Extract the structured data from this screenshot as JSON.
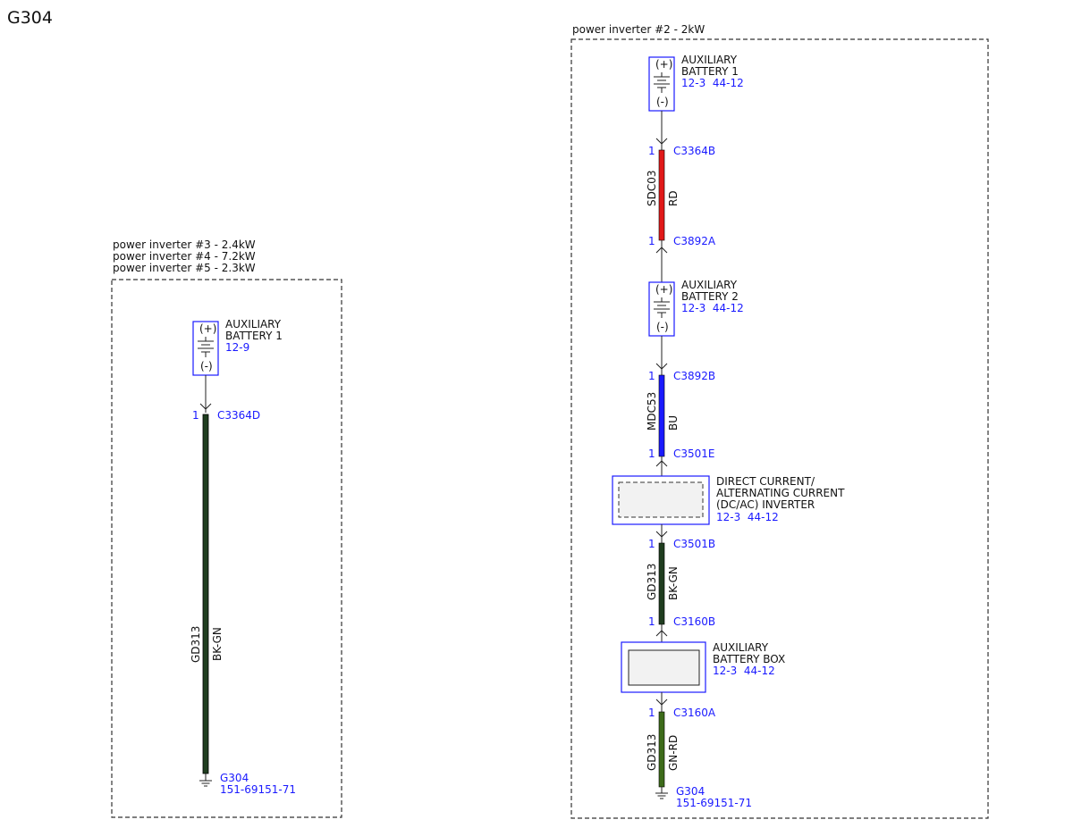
{
  "page_title": "G304",
  "left_group": {
    "labels": [
      "power inverter #3 - 2.4kW",
      "power inverter #4 - 7.2kW",
      "power inverter #5 - 2.3kW"
    ],
    "battery": {
      "name_1": "AUXILIARY",
      "name_2": "BATTERY 1",
      "ref": "12-9",
      "plus": "(+)",
      "minus": "(-)"
    },
    "connector_top": {
      "pin": "1",
      "name": "C3364D"
    },
    "wire": {
      "circuit": "GD313",
      "color_code": "BK-GN",
      "color_hex": "#1f3d1f"
    },
    "ground": {
      "name": "G304",
      "ref": "151-69151-71"
    }
  },
  "right_group": {
    "label": "power inverter #2 - 2kW",
    "battery1": {
      "name_1": "AUXILIARY",
      "name_2": "BATTERY 1",
      "ref": "12-3  44-12",
      "plus": "(+)",
      "minus": "(-)"
    },
    "c3364b": {
      "pin": "1",
      "name": "C3364B"
    },
    "wire1": {
      "circuit": "SDC03",
      "color_code": "RD",
      "color_hex": "#e11919"
    },
    "c3892a": {
      "pin": "1",
      "name": "C3892A"
    },
    "battery2": {
      "name_1": "AUXILIARY",
      "name_2": "BATTERY 2",
      "ref": "12-3  44-12",
      "plus": "(+)",
      "minus": "(-)"
    },
    "c3892b": {
      "pin": "1",
      "name": "C3892B"
    },
    "wire2": {
      "circuit": "MDC53",
      "color_code": "BU",
      "color_hex": "#1a1aff"
    },
    "c3501e": {
      "pin": "1",
      "name": "C3501E"
    },
    "inverter": {
      "line1": "DIRECT CURRENT/",
      "line2": "ALTERNATING CURRENT",
      "line3": "(DC/AC) INVERTER",
      "ref": "12-3  44-12"
    },
    "c3501b": {
      "pin": "1",
      "name": "C3501B"
    },
    "wire3": {
      "circuit": "GD313",
      "color_code": "BK-GN",
      "color_hex": "#1f3d1f"
    },
    "c3160b": {
      "pin": "1",
      "name": "C3160B"
    },
    "battery_box": {
      "name_1": "AUXILIARY",
      "name_2": "BATTERY BOX",
      "ref": "12-3  44-12"
    },
    "c3160a": {
      "pin": "1",
      "name": "C3160A"
    },
    "wire4": {
      "circuit": "GD313",
      "color_code": "GN-RD",
      "color_hex": "#3d6b1a"
    },
    "ground": {
      "name": "G304",
      "ref": "151-69151-71"
    }
  },
  "colors": {
    "link_blue": "#1a1aff",
    "wire_outline": "#000000"
  }
}
